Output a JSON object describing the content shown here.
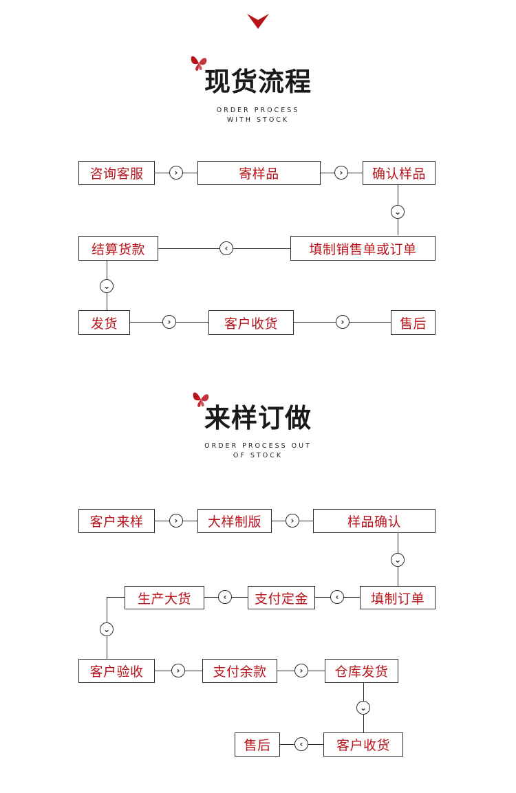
{
  "colors": {
    "accent": "#b8121a",
    "line": "#2a2a2a"
  },
  "icons": {
    "top": "chevron-down-icon",
    "logo": "butterfly-icon",
    "right": "chevron-right-icon",
    "left": "chevron-left-icon",
    "down": "chevron-down-icon"
  },
  "section1": {
    "title": "现货流程",
    "subtitle_line1": "ORDER PROCESS",
    "subtitle_line2": "WITH STOCK",
    "steps": [
      "咨询客服",
      "寄样品",
      "确认样品",
      "填制销售单或订单",
      "结算货款",
      "发货",
      "客户收货",
      "售后"
    ]
  },
  "section2": {
    "title": "来样订做",
    "subtitle_line1": "ORDER PROCESS OUT",
    "subtitle_line2": "OF STOCK",
    "steps": [
      "客户来样",
      "大样制版",
      "样品确认",
      "填制订单",
      "支付定金",
      "生产大货",
      "客户验收",
      "支付余款",
      "仓库发货",
      "客户收货",
      "售后"
    ]
  }
}
